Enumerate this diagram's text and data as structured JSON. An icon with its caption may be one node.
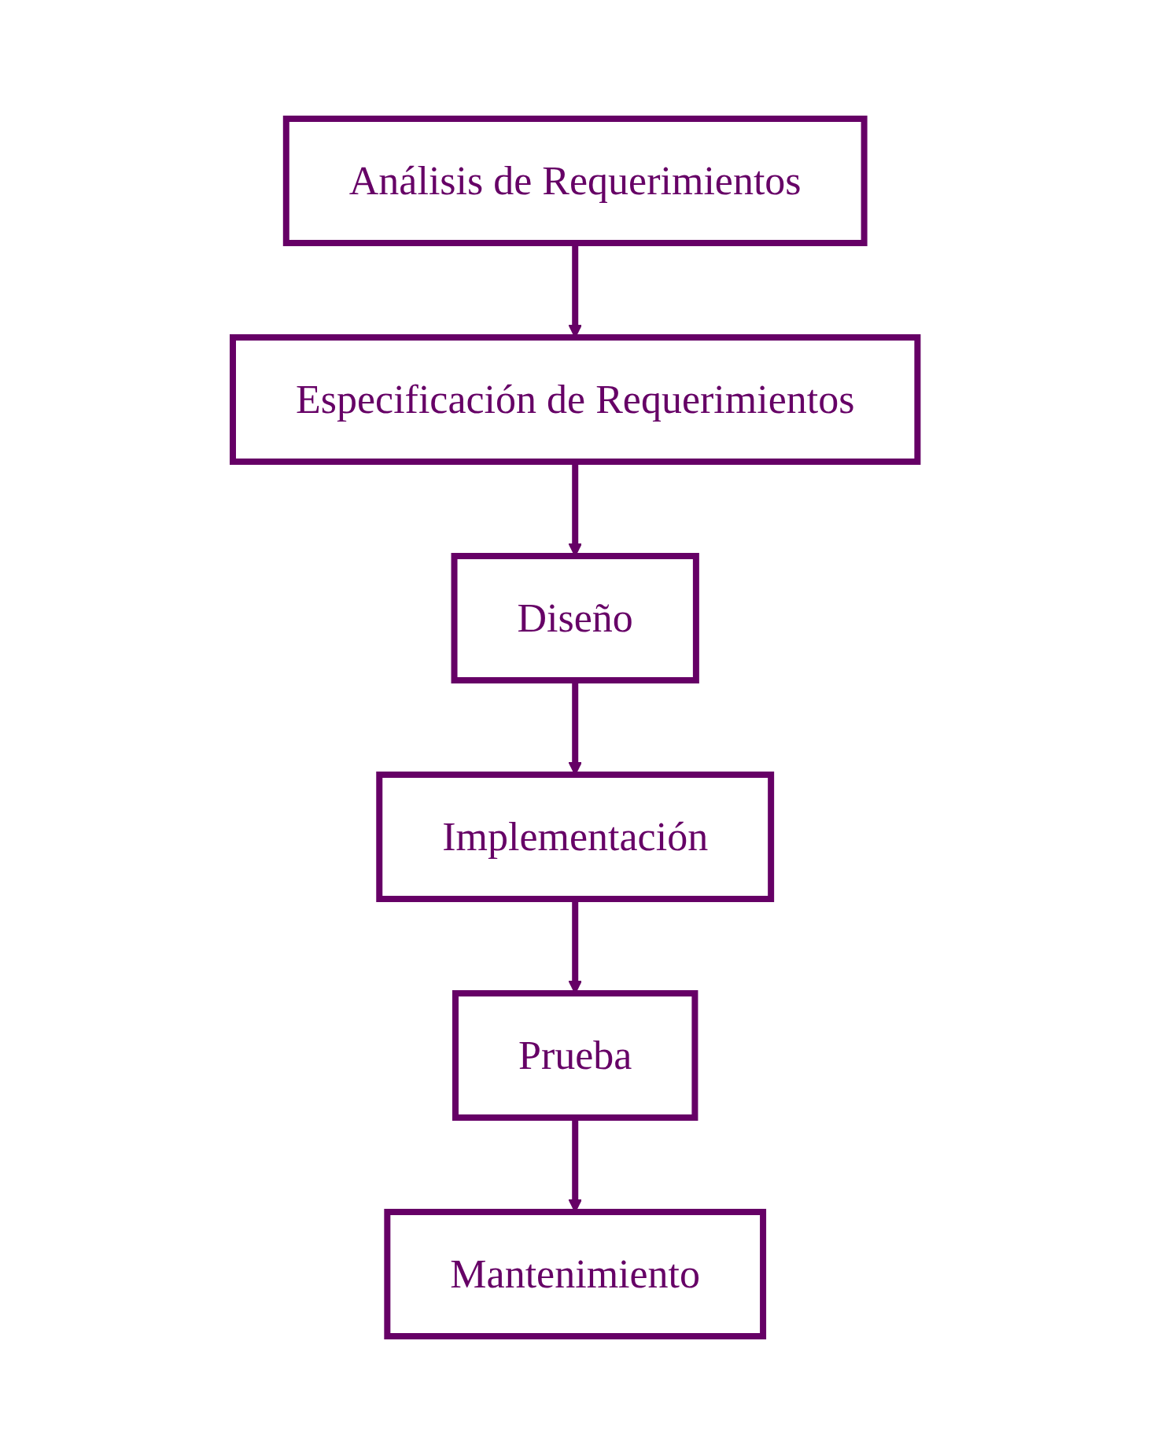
{
  "diagram": {
    "nodes": [
      {
        "text": [
          "Análisis de Requerimientos"
        ]
      },
      {
        "text": [
          "Especificación de Requerimientos"
        ]
      },
      {
        "text": [
          "Diseño"
        ]
      },
      {
        "text": [
          "Implementación"
        ]
      },
      {
        "text": [
          "Prueba"
        ]
      },
      {
        "text": [
          "Mantenimiento"
        ]
      }
    ],
    "edges": [
      {
        "from": 0,
        "to": 1,
        "arrow": "to"
      },
      {
        "from": 1,
        "to": 2,
        "arrow": "to"
      },
      {
        "from": 2,
        "to": 3,
        "arrow": "to"
      },
      {
        "from": 3,
        "to": 4,
        "arrow": "to"
      },
      {
        "from": 4,
        "to": 5,
        "arrow": "to"
      }
    ]
  }
}
